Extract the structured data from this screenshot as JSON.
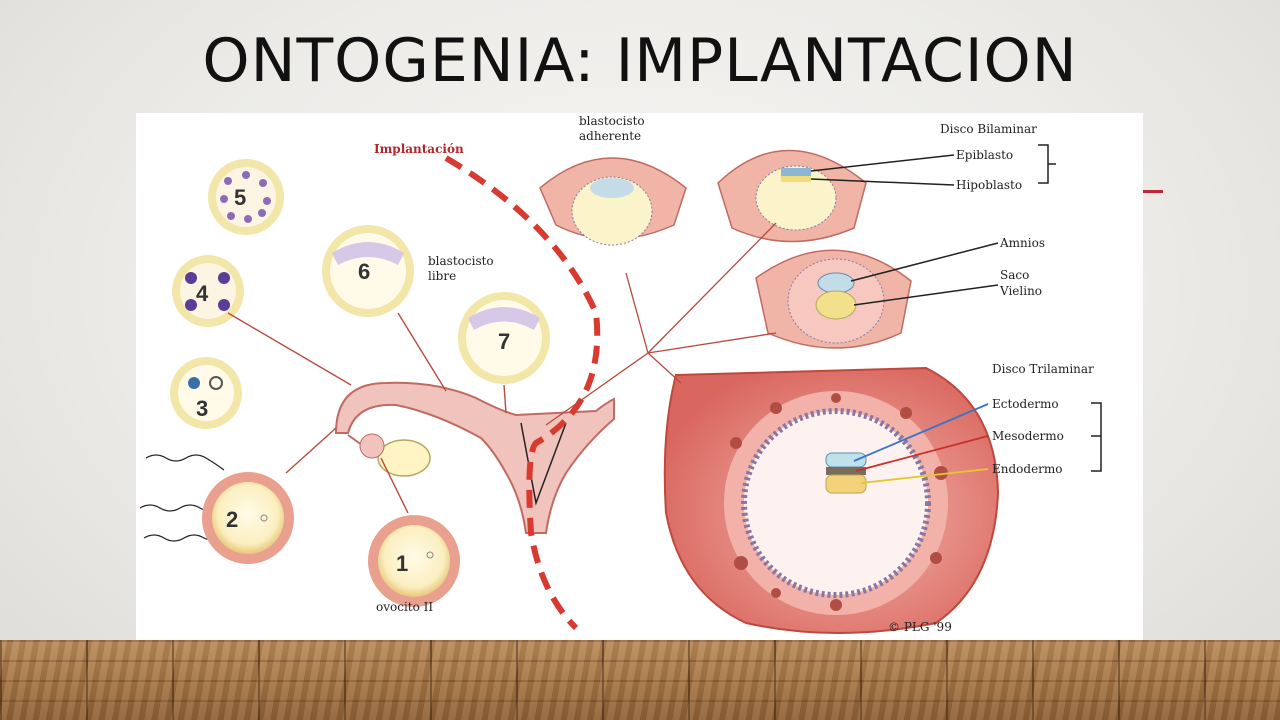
{
  "title": "ONTOGENIA: IMPLANTACION",
  "diagram": {
    "implantation_label": "Implantación",
    "stage_numbers": [
      "1",
      "2",
      "3",
      "4",
      "5",
      "6",
      "7"
    ],
    "labels": {
      "ovocito": "ovocito II",
      "blastocisto_libre_1": "blastocisto",
      "blastocisto_libre_2": "libre",
      "blastocisto_adherente_1": "blastocisto",
      "blastocisto_adherente_2": "adherente",
      "disco_bilaminar": "Disco Bilaminar",
      "epiblasto": "Epiblasto",
      "hipoblasto": "Hipoblasto",
      "amnios": "Amnios",
      "saco_1": "Saco",
      "saco_2": "Vielino",
      "disco_trilaminar": "Disco Trilaminar",
      "ectodermo": "Ectodermo",
      "mesodermo": "Mesodermo",
      "endodermo": "Endodermo",
      "credit": "© PLG '99"
    }
  }
}
